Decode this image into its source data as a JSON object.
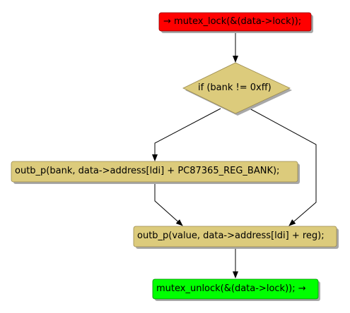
{
  "diagram": {
    "nodes": {
      "start": {
        "text": "→ mutex_lock(&(data->lock));",
        "fill": "#ff0000"
      },
      "decision": {
        "text": "if (bank != 0xff)",
        "fill": "#dccb7c"
      },
      "set_bank": {
        "text": "outb_p(bank, data->address[ldi] + PC87365_REG_BANK);",
        "fill": "#dccb7c"
      },
      "write_value": {
        "text": "outb_p(value, data->address[ldi] + reg);",
        "fill": "#dccb7c"
      },
      "end": {
        "text": "mutex_unlock(&(data->lock)); →",
        "fill": "#00ff00"
      }
    },
    "colors": {
      "shadow": "#a8a8a8",
      "edge": "#000000",
      "border": "#9a8a4e"
    }
  }
}
